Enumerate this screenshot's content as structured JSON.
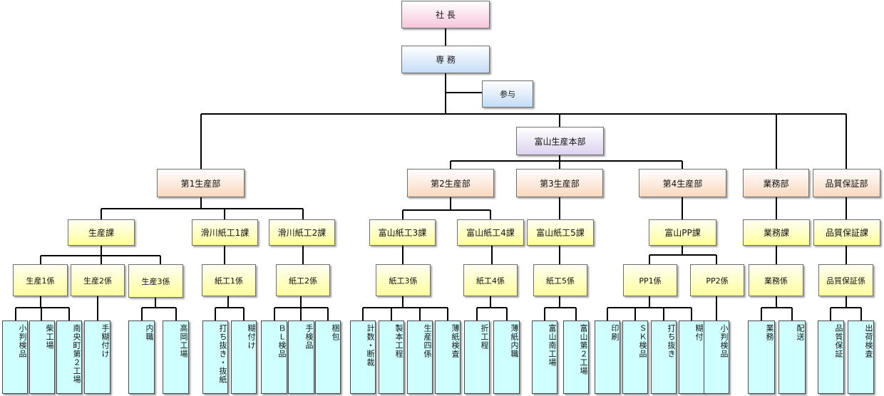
{
  "org_chart": {
    "top": {
      "president": "社 長",
      "senior_director": "専 務",
      "advisor": "参与"
    },
    "hq": "富山生産本部",
    "departments": {
      "d1": "第1生産部",
      "d2": "第2生産部",
      "d3": "第3生産部",
      "d4": "第4生産部",
      "gyomu": "業務部",
      "qa": "品質保証部"
    },
    "sections": {
      "seisan": "生産課",
      "namerikawa1": "滑川紙工1課",
      "namerikawa2": "滑川紙工2課",
      "toyama3": "富山紙工3課",
      "toyama4": "富山紙工4課",
      "toyama5": "富山紙工5課",
      "toyama_pp": "富山PP課",
      "gyomu": "業務課",
      "qa": "品質保証課"
    },
    "units": {
      "seisan1": "生産1係",
      "seisan2": "生産2係",
      "seisan3": "生産3係",
      "shiko1": "紙工1係",
      "shiko2": "紙工2係",
      "shiko3": "紙工3係",
      "shiko4": "紙工4係",
      "shiko5": "紙工5係",
      "pp1": "PP1係",
      "pp2": "PP2係",
      "gyomu": "業務係",
      "qa": "品質保証係"
    },
    "teams": {
      "t1": "小判検品",
      "t2": "柴工場",
      "t3": "南央町第２工場",
      "t4": "手糊付け",
      "t5": "内職",
      "t6": "高岡工場",
      "t7": "打ち抜き・抜紙",
      "t8": "糊付け",
      "t9": "ＢＬ検品",
      "t10": "手検品",
      "t11": "梱包",
      "t12": "計数・断裁",
      "t13": "製本工程",
      "t14": "生産四係",
      "t15": "薄紙検査",
      "t16": "折工程",
      "t17": "薄紙内職",
      "t18": "富山南工場",
      "t19": "富山第２工場",
      "t20": "印刷",
      "t21": "ＳＫ検品",
      "t22": "打ち抜き",
      "t23": "糊付",
      "t24": "小判検品",
      "t25": "業務",
      "t26": "配送",
      "t27": "品質保証",
      "t28": "出荷検査"
    }
  }
}
